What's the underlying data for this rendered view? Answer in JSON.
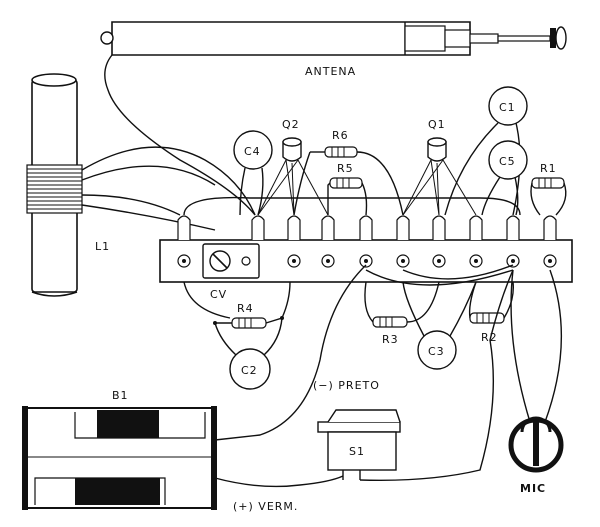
{
  "labels": {
    "antena": "ANTENA",
    "l1": "L1",
    "c4": "C4",
    "q2": "Q2",
    "r6": "R6",
    "r5": "R5",
    "q1": "Q1",
    "c1": "C1",
    "c5": "C5",
    "r1": "R1",
    "cv": "CV",
    "r4": "R4",
    "c2": "C2",
    "r3": "R3",
    "c3": "C3",
    "r2": "R2",
    "preto": "(−) PRETO",
    "b1": "B1",
    "s1": "S1",
    "mic": "MIC",
    "verm": "(+) VERM."
  },
  "colors": {
    "ink": "#111111",
    "paper": "#ffffff"
  }
}
